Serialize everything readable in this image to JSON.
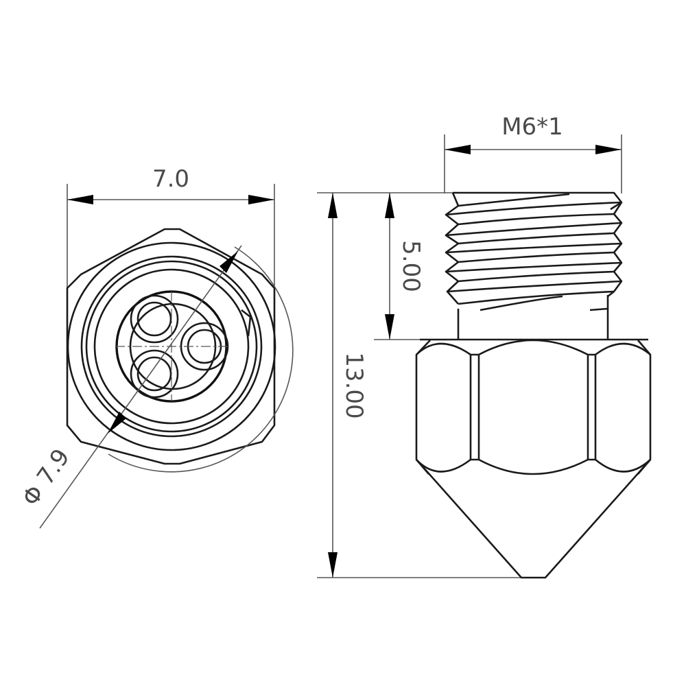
{
  "drawing": {
    "subject": "3D printer nozzle",
    "views": {
      "end_view": {
        "label": "end view (hex top)",
        "dimensions": {
          "width": {
            "label": "7.0",
            "value": 7.0,
            "unit": "mm"
          },
          "diameter": {
            "label": "Φ 7.9",
            "symbol": "Φ",
            "value": 7.9,
            "unit": "mm"
          }
        }
      },
      "side_view": {
        "label": "side view",
        "dimensions": {
          "thread": {
            "label": "M6*1",
            "value": "M6x1"
          },
          "thread_length": {
            "label": "5.00",
            "value": 5.0,
            "unit": "mm"
          },
          "total_length": {
            "label": "13.00",
            "value": 13.0,
            "unit": "mm"
          }
        }
      }
    },
    "colors": {
      "line": "#1a1a1a",
      "dimension": "#555555",
      "text": "#4a4a4a",
      "background": "#ffffff"
    }
  }
}
